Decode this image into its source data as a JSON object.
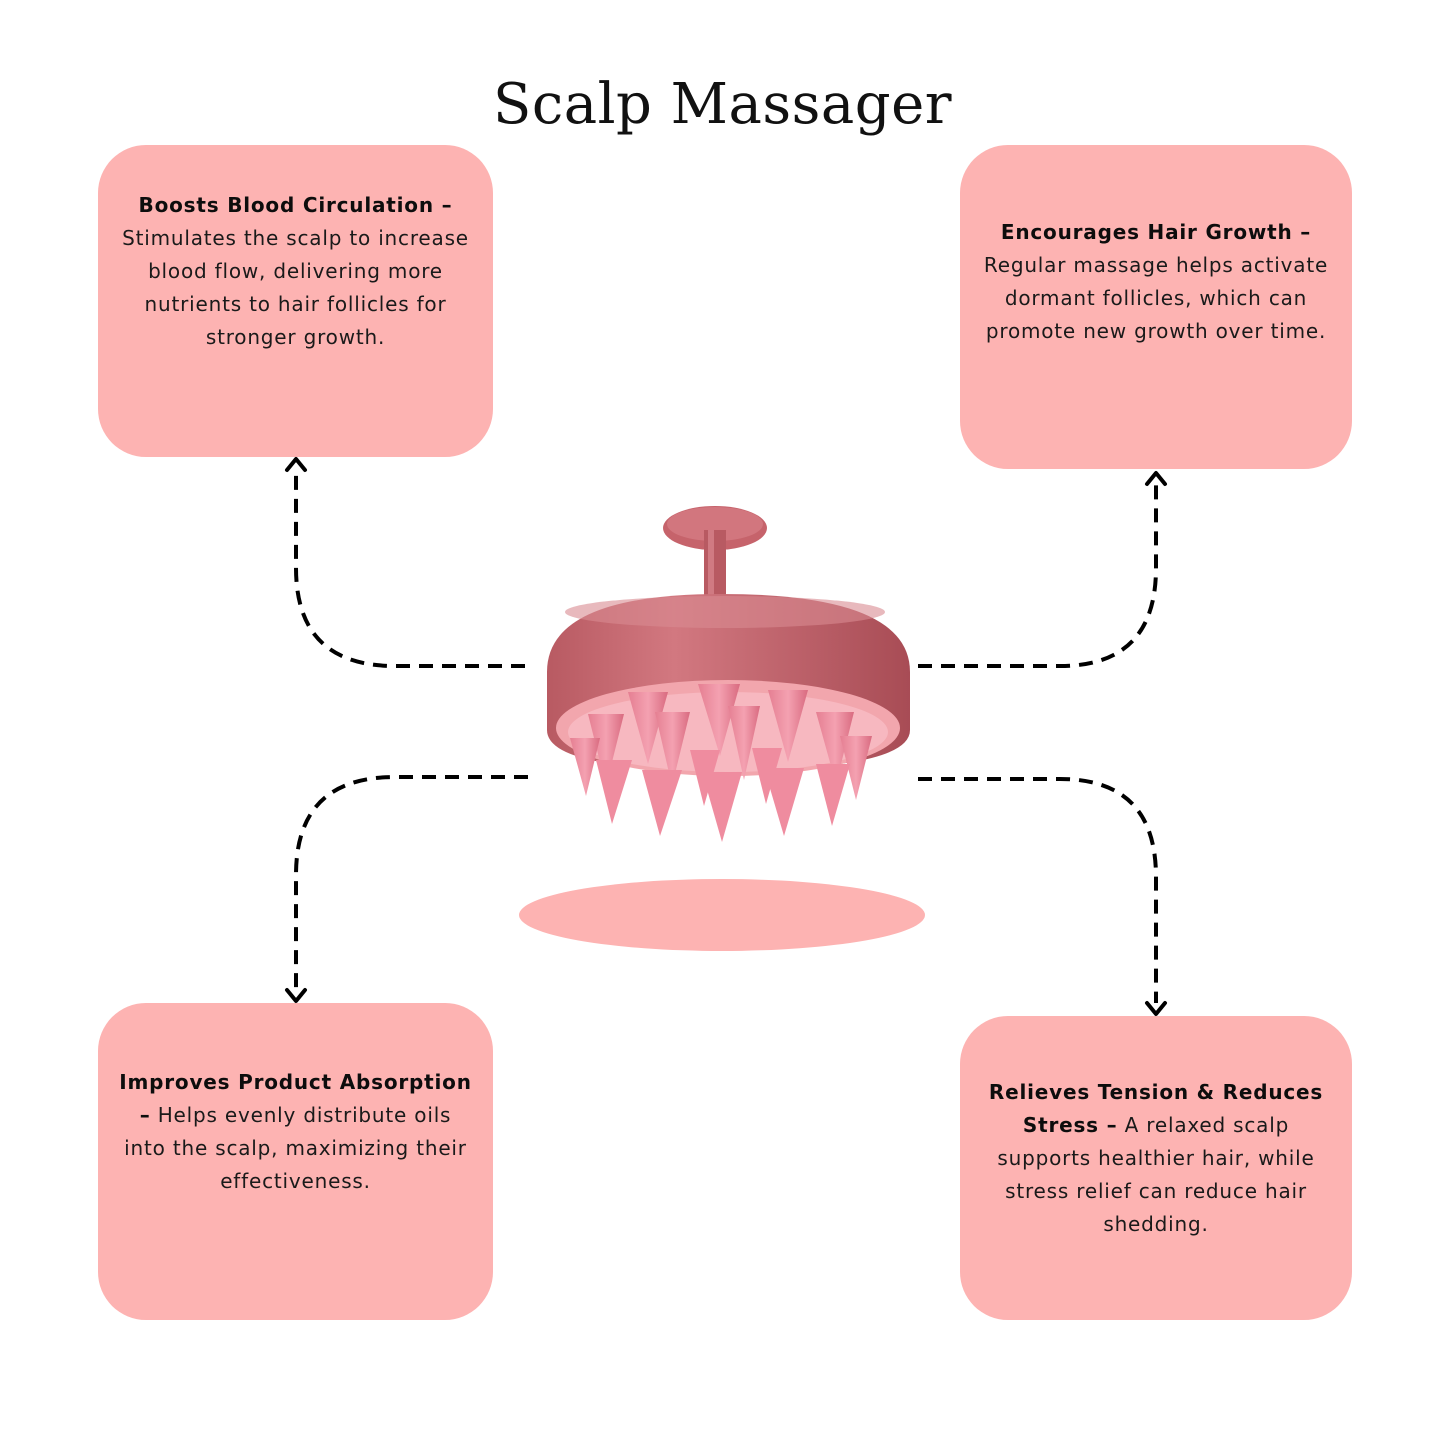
{
  "title": "Scalp Massager",
  "cards": {
    "top_left": {
      "heading": "Boosts Blood Circulation –",
      "body": "Stimulates the scalp to increase blood flow, delivering more nutrients to hair follicles for stronger growth."
    },
    "top_right": {
      "heading": "Encourages Hair Growth –",
      "body": "Regular massage helps activate dormant follicles, which can promote new growth over time."
    },
    "bottom_left": {
      "heading": "Improves Product Absorption –",
      "body": "Helps evenly distribute oils into the scalp, maximizing their effectiveness."
    },
    "bottom_right": {
      "heading": "Relieves Tension & Reduces Stress –",
      "body": "A relaxed scalp supports healthier hair, while stress relief can reduce hair shedding."
    }
  },
  "colors": {
    "card": "#fdb3b2",
    "product_body": "#c9686e",
    "product_pad": "#f2a6ad",
    "shadow": "#fdb3b2",
    "arrow": "#000000"
  },
  "icons": {
    "center_product": "scalp-massager-brush-icon"
  }
}
